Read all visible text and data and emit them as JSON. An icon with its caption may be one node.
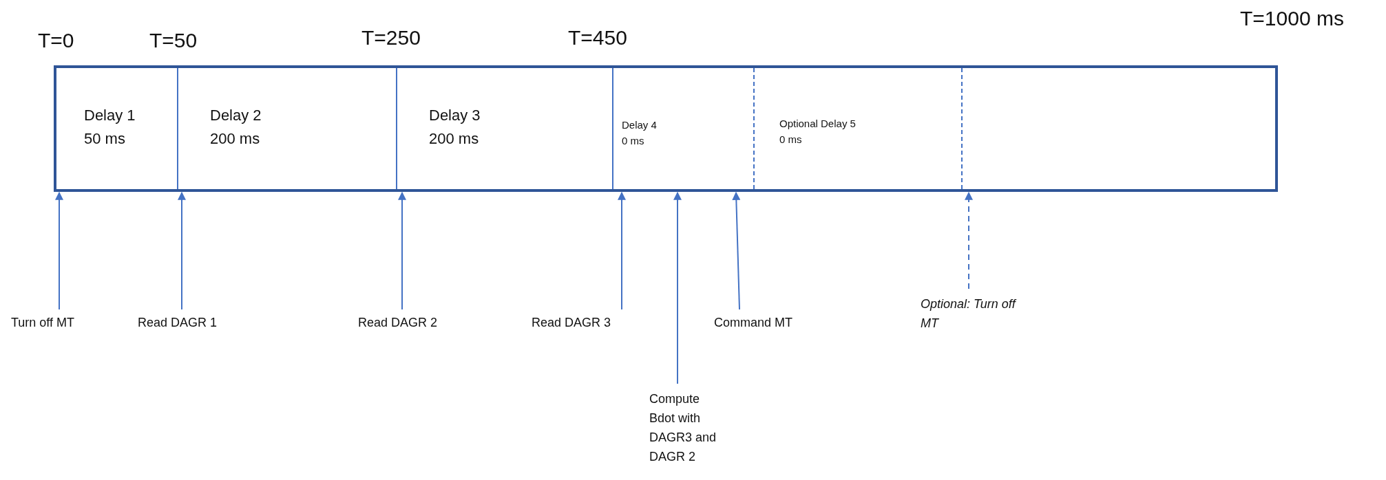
{
  "diagram": {
    "nodes": [
      {
        "text": [],
        "shape": "box"
      },
      {
        "text": [
          "Delay 1",
          "50 ms"
        ],
        "in": 0
      },
      {
        "text": [
          "Delay 2",
          "200 ms"
        ],
        "in": 0
      },
      {
        "text": [
          "Delay 3",
          "200 ms"
        ],
        "in": 0
      },
      {
        "text": [
          "Delay 4",
          "0 ms"
        ],
        "in": 0
      },
      {
        "text": [
          "Optional Delay 5",
          "0 ms"
        ],
        "in": 0
      },
      {
        "text": [],
        "shape": "box",
        "in": 0
      },
      {
        "text": [
          "Turn off MT"
        ]
      },
      {
        "text": [
          "Read DAGR 1"
        ]
      },
      {
        "text": [
          "Read DAGR 2"
        ]
      },
      {
        "text": [
          "Read DAGR 3"
        ]
      },
      {
        "text": [
          "Compute Bdot with DAGR3 and DAGR 2"
        ]
      },
      {
        "text": [
          "Command MT"
        ]
      },
      {
        "text": [
          "Optional: Turn off MT"
        ]
      }
    ],
    "edges": [
      {
        "from": 7,
        "to": 1,
        "arrow": "to"
      },
      {
        "from": 8,
        "to": 2,
        "arrow": "to"
      },
      {
        "from": 9,
        "to": 3,
        "arrow": "to"
      },
      {
        "from": 10,
        "to": 4,
        "arrow": "to"
      },
      {
        "from": 11,
        "to": 4,
        "arrow": "to"
      },
      {
        "from": 12,
        "to": 4,
        "arrow": "to"
      },
      {
        "from": 13,
        "to": 6,
        "arrow": "to",
        "style": "dashed"
      }
    ],
    "labels": [
      "T=0",
      "T=50",
      "T=250",
      "T=450",
      "T=1000 ms"
    ]
  }
}
